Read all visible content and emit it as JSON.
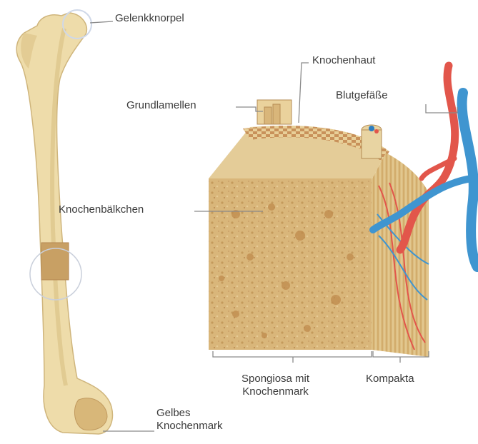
{
  "labels": {
    "gelenkknorpel": "Gelenkknorpel",
    "knochenhaut": "Knochenhaut",
    "grundlamellen": "Grundlamellen",
    "blutgefaesse": "Blutgefäße",
    "knochenbaelkchen": "Knochenbälkchen",
    "spongiosa_line1": "Spongiosa mit",
    "spongiosa_line2": "Knochenmark",
    "kompakta": "Kompakta",
    "gelbes_line1": "Gelbes",
    "gelbes_line2": "Knochenmark"
  },
  "colors": {
    "bone": "#eedcaa",
    "bone_shade": "#d9bf82",
    "spongiosa": "#d6b274",
    "spots": "#bf8a4c",
    "artery": "#e2564b",
    "vein": "#3f95d0",
    "leader": "#8a8a8a"
  }
}
